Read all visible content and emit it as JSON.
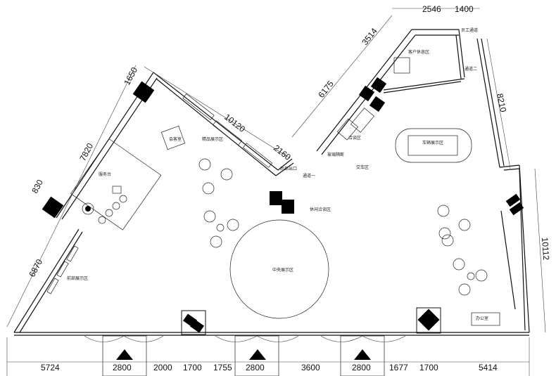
{
  "plan": {
    "dimensions_bottom": [
      "5724",
      "2800",
      "2000",
      "1700",
      "1755",
      "2800",
      "3600",
      "2800",
      "1677",
      "1700",
      "5414"
    ],
    "dimensions_left": [
      "6870",
      "830",
      "7820",
      "1650",
      "10120",
      "2160"
    ],
    "dimensions_top_right": [
      "3514",
      "6175",
      "2546",
      "1400",
      "8210",
      "10112"
    ],
    "labels": {
      "central": "中央展示区",
      "showroom": "精品展示区",
      "front_window": "前部展示区",
      "lounge": "休闲洽谈区",
      "negotiation": "洽谈区",
      "deliver": "交车区",
      "service": "服务台",
      "right_zone": "车辆展示区",
      "room1": "办公室",
      "room2": "会客室",
      "door1": "后部出口",
      "door2": "通道一",
      "door3": "通道二",
      "upper_room": "客户休息区",
      "elevator": "员工通道",
      "glass": "玻璃隔断"
    }
  }
}
